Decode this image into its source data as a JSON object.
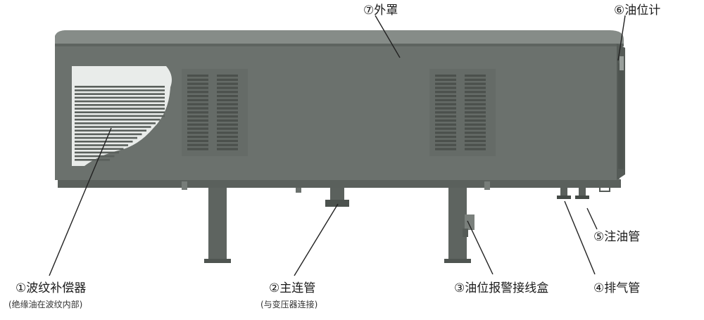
{
  "labels": {
    "cover": "⑦外罩",
    "oil_gauge": "⑥油位计",
    "filling_pipe": "⑤注油管",
    "exhaust_pipe": "④排气管",
    "alarm_box": "③油位报警接线盒",
    "main_pipe": "②主连管",
    "main_pipe_note": "(与变压器连接)",
    "compensator": "①波纹补偿器",
    "compensator_note": "(绝缘油在波纹内部)"
  },
  "colors": {
    "body": "#6b716d",
    "body_dark": "#4f5551",
    "roof": "#8a908c",
    "louver": "#545955",
    "leg": "#5e6460",
    "bellows_bg": "#e9ecea",
    "bellows_fin": "#5a605c"
  }
}
